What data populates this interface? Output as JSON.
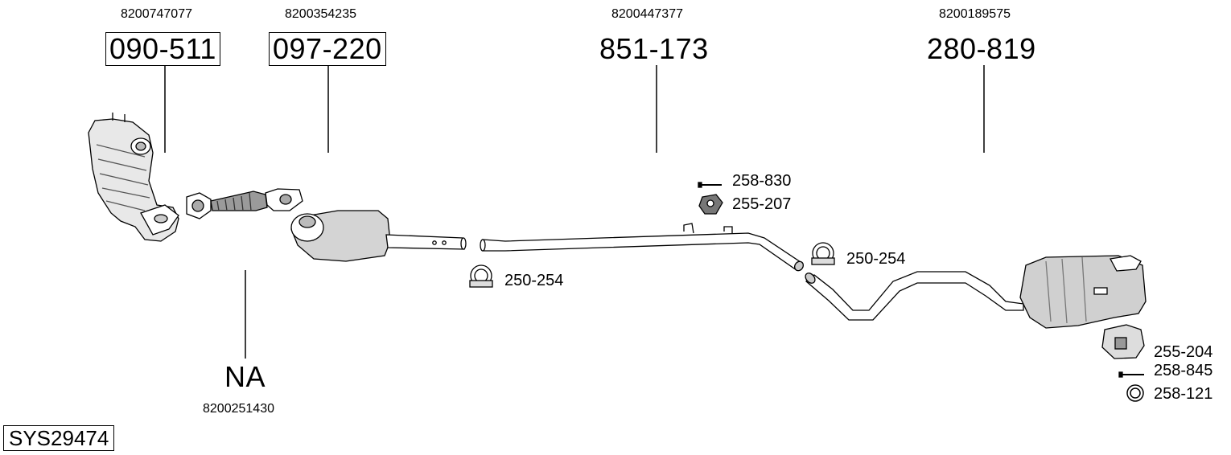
{
  "system_code": "SYS29474",
  "groups": [
    {
      "oem": "8200747077",
      "part": "090-511"
    },
    {
      "oem": "8200354235",
      "part": "097-220"
    },
    {
      "oem": "8200447377",
      "part": "851-173"
    },
    {
      "oem": "8200189575",
      "part": "280-819"
    }
  ],
  "not_available": {
    "label": "NA",
    "oem": "8200251430"
  },
  "small_parts": {
    "clamp_1": "250-254",
    "bolt_1": "258-830",
    "rubber_mount_1": "255-207",
    "clamp_2": "250-254",
    "bracket_rear": "255-204",
    "bolt_rear": "258-845",
    "ring_rear": "258-121"
  },
  "colors": {
    "stroke": "#000000",
    "fill": "#ffffff",
    "shade": "#cfcfcf",
    "dark": "#8a8a8a"
  }
}
